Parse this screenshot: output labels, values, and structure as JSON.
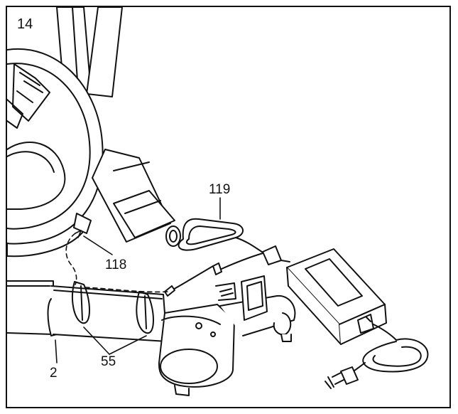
{
  "step_number": "14",
  "callouts": {
    "adapter_cord": "119",
    "receptacle": "118",
    "cable_ties": "55",
    "frame": "2"
  },
  "colors": {
    "line": "#111111",
    "paper": "#ffffff"
  }
}
